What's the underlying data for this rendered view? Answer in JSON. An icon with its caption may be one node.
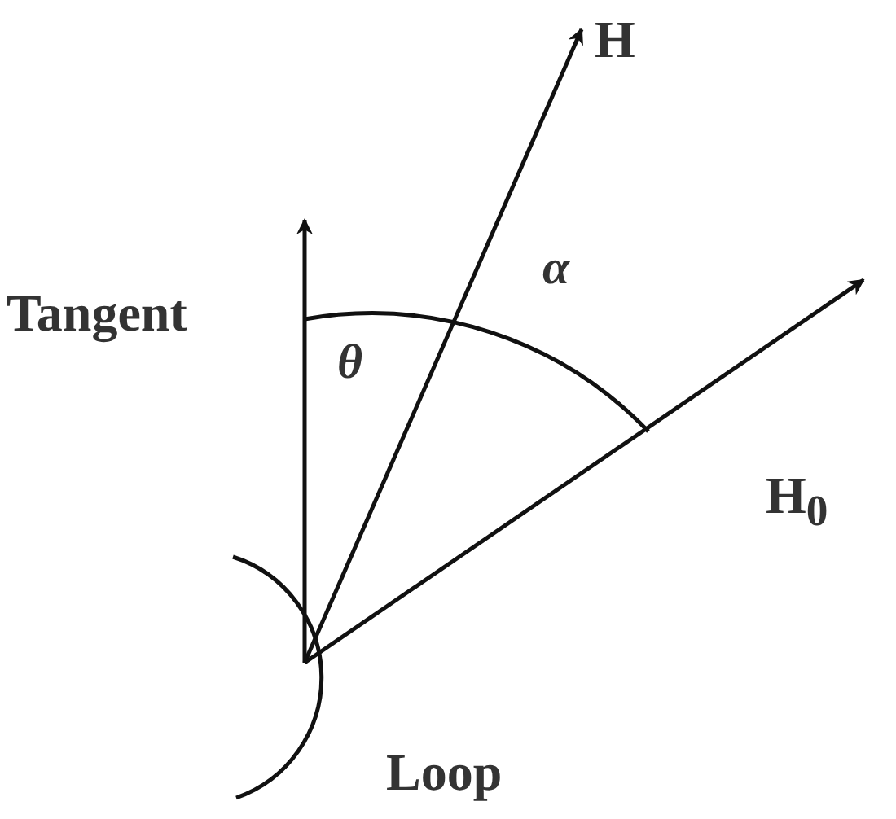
{
  "diagram": {
    "labels": [
      "H",
      "Tangent",
      "α",
      "θ",
      "H$_{0}$",
      "Loop"
    ]
  }
}
